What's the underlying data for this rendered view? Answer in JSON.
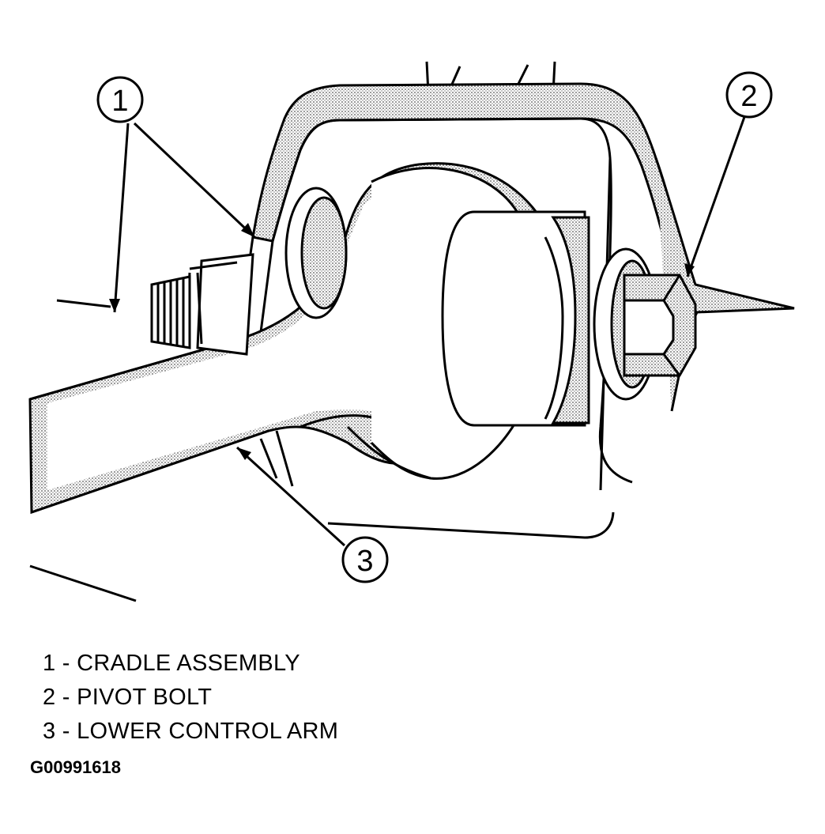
{
  "callouts": [
    {
      "number": "1"
    },
    {
      "number": "2"
    },
    {
      "number": "3"
    }
  ],
  "legend": [
    {
      "number": "1",
      "separator": "-",
      "label": "CRADLE ASSEMBLY"
    },
    {
      "number": "2",
      "separator": "-",
      "label": "PIVOT BOLT"
    },
    {
      "number": "3",
      "separator": "-",
      "label": "LOWER CONTROL ARM"
    }
  ],
  "figure_id": "G00991618",
  "colors": {
    "ink": "#000000",
    "shade": "#b8b8b8",
    "paper": "#ffffff"
  }
}
